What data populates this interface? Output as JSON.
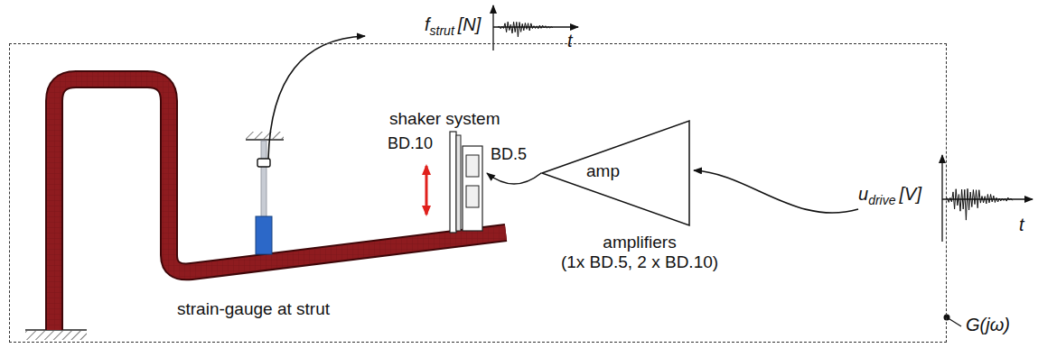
{
  "diagram": {
    "nodes": [
      {
        "text": [
          "G(jω)"
        ]
      },
      {
        "text": [
          "shaker system",
          "BD.10",
          "BD.5"
        ],
        "in": 0
      },
      {
        "text": [
          "amp",
          "amplifiers",
          "(1x BD.5, 2 x BD.10)"
        ],
        "in": 0
      }
    ],
    "edges": [
      {
        "from": 2,
        "to": 1,
        "arrow": "to"
      }
    ],
    "labels": [
      "f",
      "strut",
      "[N]",
      "t",
      "strain-gauge at strut",
      "u",
      "drive",
      "[V]",
      "t"
    ]
  }
}
